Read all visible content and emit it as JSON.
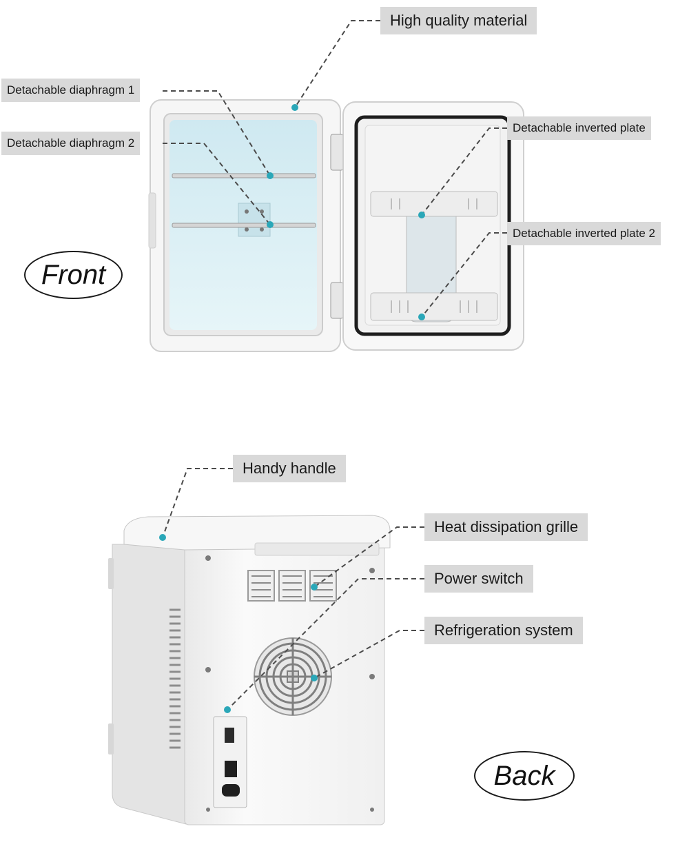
{
  "front": {
    "title": "Front",
    "labels": {
      "high_quality_material": "High quality material",
      "diaphragm_1": "Detachable diaphragm 1",
      "diaphragm_2": "Detachable diaphragm 2",
      "inverted_plate": "Detachable inverted plate",
      "inverted_plate_2": "Detachable inverted plate 2"
    }
  },
  "back": {
    "title": "Back",
    "labels": {
      "handy_handle": "Handy handle",
      "heat_grille": "Heat dissipation grille",
      "power_switch": "Power switch",
      "refrigeration_system": "Refrigeration system"
    }
  },
  "colors": {
    "label_bg": "#d9d9d9",
    "leader_line": "#4a4a4a",
    "dot": "#2aa7b8",
    "interior": "#d6eef4",
    "body": "#f4f4f4"
  }
}
